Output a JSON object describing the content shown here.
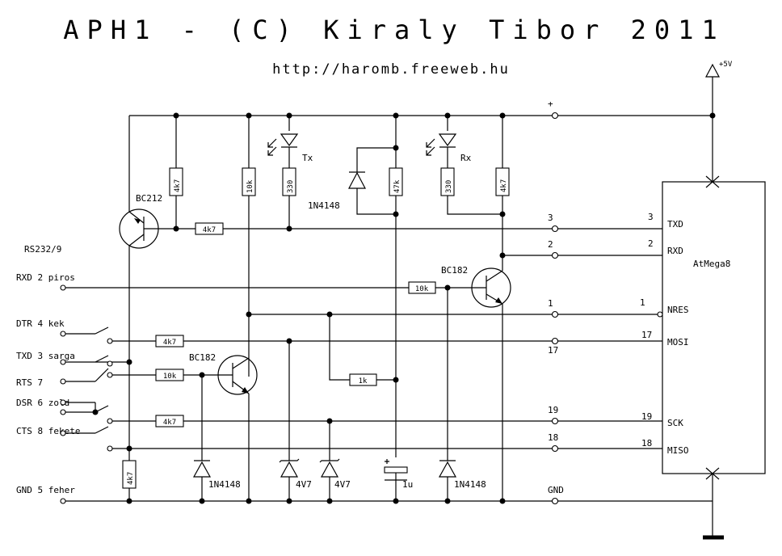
{
  "title": "APH1 - (C) Kiraly Tibor 2011",
  "url": "http://haromb.freeweb.hu",
  "supply": {
    "vcc": "+5V",
    "plus": "+",
    "gnd": "GND"
  },
  "chip": {
    "name": "AtMega8",
    "pins": [
      {
        "label": "TXD",
        "num": "3"
      },
      {
        "label": "RXD",
        "num": "2"
      },
      {
        "label": "NRES",
        "num": "1"
      },
      {
        "label": "MOSI",
        "num": "17"
      },
      {
        "label": "SCK",
        "num": "19"
      },
      {
        "label": "MISO",
        "num": "18"
      }
    ]
  },
  "connector": {
    "title": "RS232/9",
    "signals": [
      "RXD 2 piros",
      "DTR 4 kek",
      "TXD 3 sarga",
      "RTS 7",
      "DSR 6 zold",
      "CTS 8 fekete",
      "GND 5 feher"
    ]
  },
  "header_pins": [
    "3",
    "2",
    "1",
    "17",
    "19",
    "18"
  ],
  "parts": {
    "q_bc212": "BC212",
    "q_bc182_top": "BC182",
    "q_bc182_bottom": "BC182",
    "r_4k7_a": "4k7",
    "r_4k7_b": "4k7",
    "r_10k_a": "10k",
    "r_330_a": "330",
    "r_47k": "47k",
    "r_330_b": "330",
    "r_4k7_c": "4k7",
    "r_10k_b": "10k",
    "r_4k7_d": "4k7",
    "r_10k_c": "10k",
    "r_1k": "1k",
    "r_4k7_e": "4k7",
    "r_4k7_f": "4k7",
    "led_tx": "Tx",
    "led_rx": "Rx",
    "d_1n4148_a": "1N4148",
    "d_1n4148_b": "1N4148",
    "d_1n4148_c": "1N4148",
    "z_4v7_a": "4V7",
    "z_4v7_b": "4V7",
    "c_1u": "1u"
  }
}
